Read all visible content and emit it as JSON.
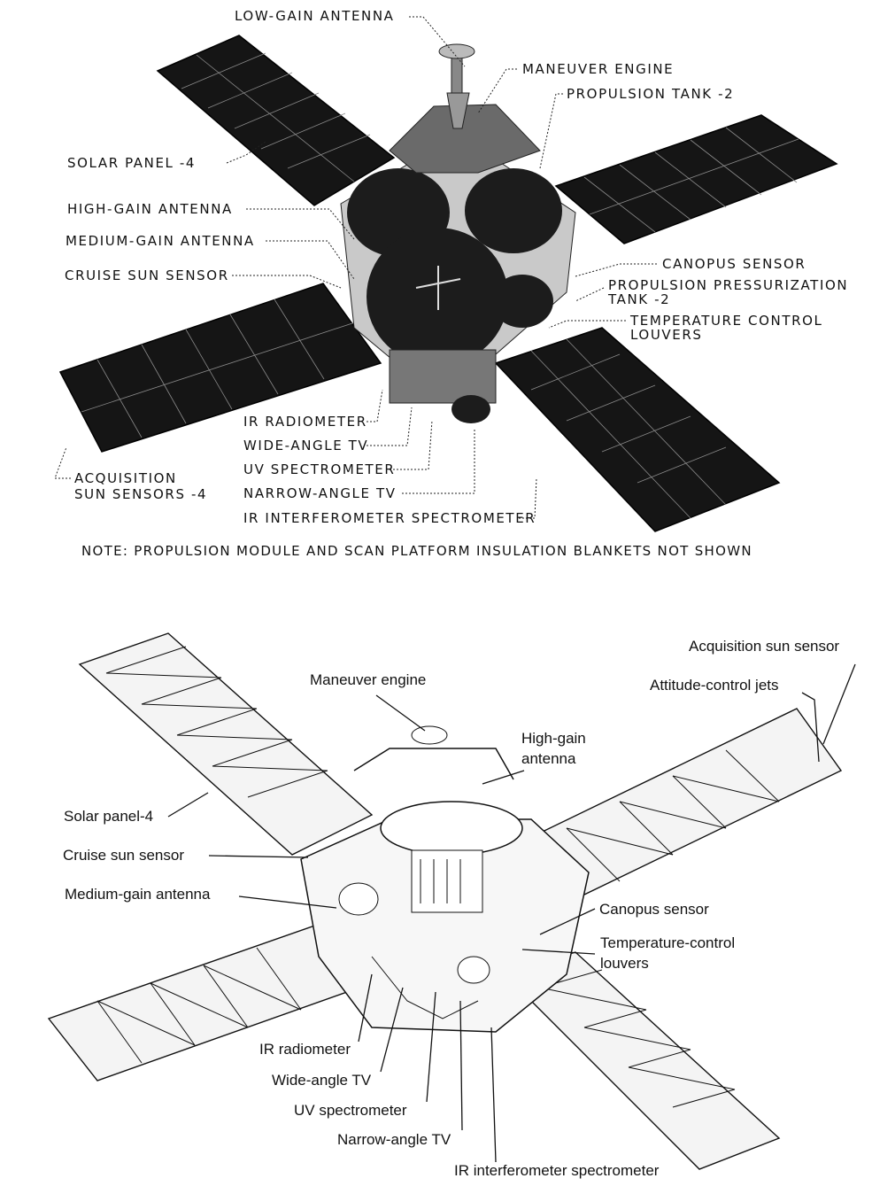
{
  "top_diagram": {
    "labels": {
      "low_gain_antenna": "LOW-GAIN ANTENNA",
      "maneuver_engine": "MANEUVER ENGINE",
      "propulsion_tank": "PROPULSION TANK -2",
      "solar_panel": "SOLAR PANEL -4",
      "high_gain_antenna": "HIGH-GAIN ANTENNA",
      "medium_gain_antenna": "MEDIUM-GAIN ANTENNA",
      "cruise_sun_sensor": "CRUISE SUN SENSOR",
      "canopus_sensor": "CANOPUS SENSOR",
      "propulsion_pressurization_tank_1": "PROPULSION PRESSURIZATION",
      "propulsion_pressurization_tank_2": "TANK -2",
      "temperature_control_louvers_1": "TEMPERATURE CONTROL",
      "temperature_control_louvers_2": "LOUVERS",
      "ir_radiometer": "IR RADIOMETER",
      "wide_angle_tv": "WIDE-ANGLE TV",
      "uv_spectrometer": "UV SPECTROMETER",
      "narrow_angle_tv": "NARROW-ANGLE TV",
      "ir_interferometer_spectrometer": "IR INTERFEROMETER SPECTROMETER",
      "acquisition_sun_sensors_1": "ACQUISITION",
      "acquisition_sun_sensors_2": "SUN SENSORS -4"
    },
    "note": "NOTE: PROPULSION MODULE AND SCAN PLATFORM INSULATION BLANKETS NOT SHOWN"
  },
  "bottom_diagram": {
    "labels": {
      "acquisition_sun_sensor": "Acquisition sun sensor",
      "maneuver_engine": "Maneuver engine",
      "attitude_control_jets": "Attitude-control jets",
      "high_gain_antenna_1": "High-gain",
      "high_gain_antenna_2": "antenna",
      "solar_panel": "Solar panel-4",
      "cruise_sun_sensor": "Cruise sun sensor",
      "medium_gain_antenna": "Medium-gain antenna",
      "canopus_sensor": "Canopus sensor",
      "temperature_control_louvers_1": "Temperature-control",
      "temperature_control_louvers_2": "louvers",
      "ir_radiometer": "IR radiometer",
      "wide_angle_tv": "Wide-angle TV",
      "uv_spectrometer": "UV spectrometer",
      "narrow_angle_tv": "Narrow-angle TV",
      "ir_interferometer_spectrometer": "IR interferometer spectrometer"
    }
  },
  "colors": {
    "ink": "#111111",
    "panel": "#151515",
    "paper": "#ffffff"
  }
}
